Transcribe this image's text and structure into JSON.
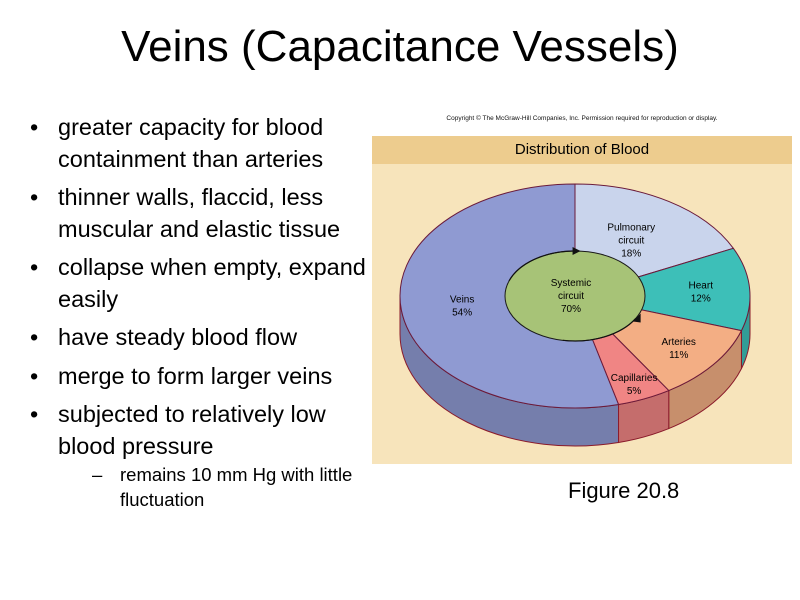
{
  "slide": {
    "title": "Veins (Capacitance Vessels)",
    "bullets": [
      "greater capacity for blood containment than arteries",
      "thinner walls, flaccid, less muscular and elastic tissue",
      "collapse when empty, expand easily",
      "have steady blood flow",
      "merge to form larger veins",
      "subjected to relatively low blood pressure"
    ],
    "sub_bullet": "remains 10 mm Hg with little fluctuation",
    "bullet_glyph": "•",
    "dash_glyph": "–",
    "figure_label": "Figure 20.8"
  },
  "chart_data": {
    "type": "pie",
    "copyright": "Copyright © The McGraw-Hill Companies, Inc. Permission required for reproduction or display.",
    "title": "Distribution of Blood",
    "slices": [
      {
        "name": "Pulmonary circuit",
        "lines": [
          "Pulmonary",
          "circuit"
        ],
        "value": 18,
        "value_label": "18%",
        "color": "#c9d4ec"
      },
      {
        "name": "Heart",
        "lines": [
          "Heart"
        ],
        "value": 12,
        "value_label": "12%",
        "color": "#3dbfb8"
      },
      {
        "name": "Arteries",
        "lines": [
          "Arteries"
        ],
        "value": 11,
        "value_label": "11%",
        "color": "#f3ae84"
      },
      {
        "name": "Capillaries",
        "lines": [
          "Capillaries"
        ],
        "value": 5,
        "value_label": "5%",
        "color": "#f08584"
      },
      {
        "name": "Veins",
        "lines": [
          "Veins"
        ],
        "value": 54,
        "value_label": "54%",
        "color": "#8f9ad2"
      }
    ],
    "inner_circle": {
      "lines": [
        "Systemic",
        "circuit"
      ],
      "value": 70,
      "value_label": "70%",
      "color": "#a7c377"
    }
  }
}
